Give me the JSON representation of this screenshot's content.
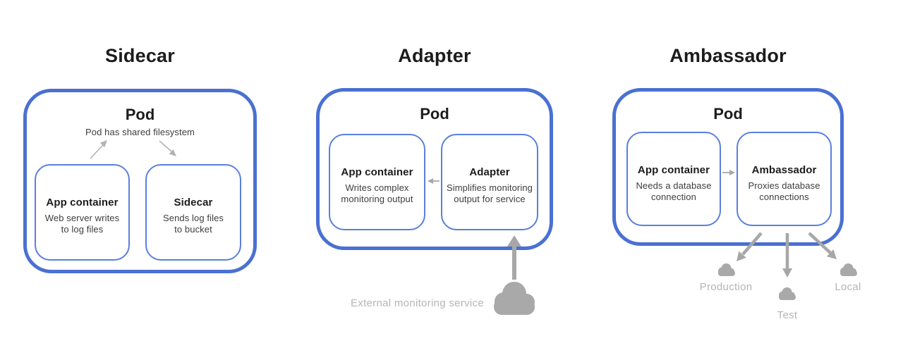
{
  "colors": {
    "pod_border": "#4a70d2",
    "container_border": "#5b7fdd",
    "heading_text": "#1c1c1c",
    "body_text": "#3d3d3d",
    "arrow_gray": "#a7a7a7",
    "thin_arrow_gray": "#b2b2b2",
    "cloud_gray": "#a9a9a9",
    "label_gray": "#b5b5b5"
  },
  "panels": [
    {
      "title": "Sidecar",
      "pod_label": "Pod",
      "pod_subtitle": "Pod has shared filesystem",
      "containers": [
        {
          "name": "App container",
          "desc_line1": "Web server writes",
          "desc_line2": "to log files"
        },
        {
          "name": "Sidecar",
          "desc_line1": "Sends log files",
          "desc_line2": "to bucket"
        }
      ]
    },
    {
      "title": "Adapter",
      "pod_label": "Pod",
      "containers": [
        {
          "name": "App container",
          "desc_line1": "Writes complex",
          "desc_line2": "monitoring output"
        },
        {
          "name": "Adapter",
          "desc_line1": "Simplifies monitoring",
          "desc_line2": "output for service"
        }
      ],
      "external_service_label": "External monitoring service"
    },
    {
      "title": "Ambassador",
      "pod_label": "Pod",
      "containers": [
        {
          "name": "App container",
          "desc_line1": "Needs a database",
          "desc_line2": "connection"
        },
        {
          "name": "Ambassador",
          "desc_line1": "Proxies database",
          "desc_line2": "connections"
        }
      ],
      "cloud_labels": [
        "Production",
        "Test",
        "Local"
      ]
    }
  ]
}
